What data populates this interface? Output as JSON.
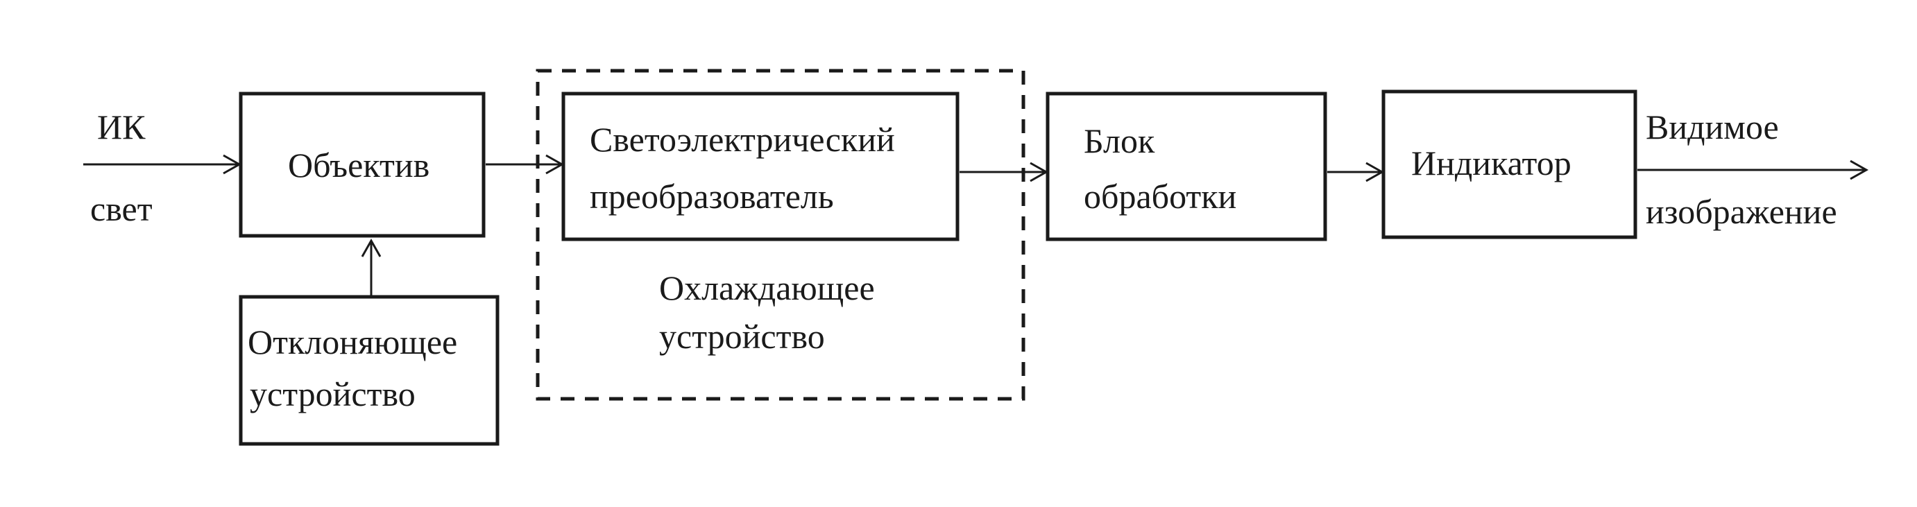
{
  "input": {
    "line1": "ИК",
    "line2": "свет"
  },
  "blocks": {
    "lens": "Объектив",
    "deflector": {
      "line1": "Отклоняющее",
      "line2": "устройство"
    },
    "converter": {
      "line1": "Светоэлектрический",
      "line2": "преобразователь"
    },
    "cooler": {
      "line1": "Охлаждающее",
      "line2": "устройство"
    },
    "processing": {
      "line1": "Блок",
      "line2": "обработки"
    },
    "indicator": "Индикатор"
  },
  "output": {
    "line1": "Видимое",
    "line2": "изображение"
  }
}
